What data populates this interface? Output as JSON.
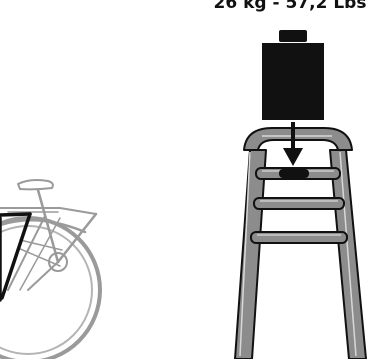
{
  "weight_label": "26 kg - 57,2 Lbs",
  "colors": {
    "bike_outline": "#9a9a9a",
    "bike_highlight": "#111111",
    "rack_fill": "#8c8c8c",
    "rack_stroke": "#111111",
    "weight_fill": "#111111"
  },
  "icons": {
    "bicycle": "bicycle-illustration",
    "weight": "weight-block-icon",
    "arrow": "arrow-down-icon",
    "rack": "bike-rack-illustration"
  }
}
